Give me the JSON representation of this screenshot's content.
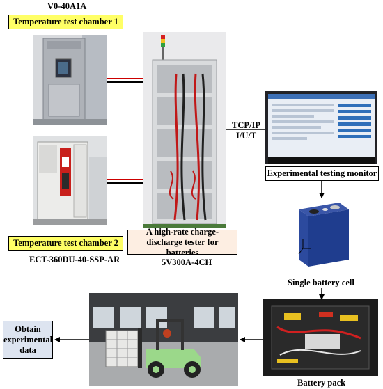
{
  "chamber1": {
    "model": "V0-40A1A",
    "label": "Temperature test chamber 1"
  },
  "chamber2": {
    "label": "Temperature test chamber 2",
    "model": "ECT-360DU-40-SSP-AR"
  },
  "tester": {
    "label": "A high-rate charge-discharge tester for batteries",
    "model": "5V300A-4CH"
  },
  "link": {
    "protocol": "TCP/IP",
    "signals": "I/U/T"
  },
  "monitor": {
    "label": "Experimental testing monitor"
  },
  "cell": {
    "label": "Single battery cell"
  },
  "pack": {
    "label": "Battery pack"
  },
  "output": {
    "label": "Obtain experimental data"
  },
  "colors": {
    "label_highlight": "#ffff66",
    "tester_box": "#fdeee2",
    "output_box": "#dde4f0",
    "cable_red": "#cc0000",
    "cable_black": "#000000"
  }
}
